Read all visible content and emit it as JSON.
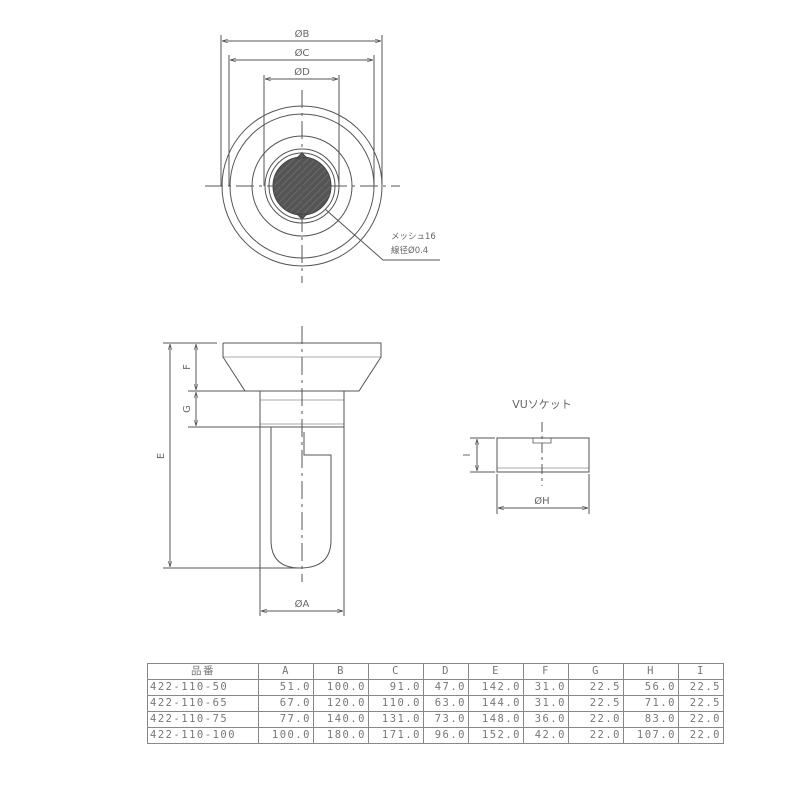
{
  "top_view": {
    "dim_B": "ØB",
    "dim_C": "ØC",
    "dim_D": "ØD",
    "mesh_note_line1": "メッシュ16",
    "mesh_note_line2": "線径Ø0.4"
  },
  "side_view": {
    "dim_E": "E",
    "dim_F": "F",
    "dim_G": "G",
    "dim_A": "ØA"
  },
  "socket_view": {
    "title": "VUソケット",
    "dim_I": "I",
    "dim_H": "ØH"
  },
  "table": {
    "headers": [
      "品番",
      "A",
      "B",
      "C",
      "D",
      "E",
      "F",
      "G",
      "H",
      "I"
    ],
    "rows": [
      [
        "422-110-50",
        "51.0",
        "100.0",
        "91.0",
        "47.0",
        "142.0",
        "31.0",
        "22.5",
        "56.0",
        "22.5"
      ],
      [
        "422-110-65",
        "67.0",
        "120.0",
        "110.0",
        "63.0",
        "144.0",
        "31.0",
        "22.5",
        "71.0",
        "22.5"
      ],
      [
        "422-110-75",
        "77.0",
        "140.0",
        "131.0",
        "73.0",
        "148.0",
        "36.0",
        "22.0",
        "83.0",
        "22.0"
      ],
      [
        "422-110-100",
        "100.0",
        "180.0",
        "171.0",
        "96.0",
        "152.0",
        "42.0",
        "22.0",
        "107.0",
        "22.0"
      ]
    ]
  }
}
